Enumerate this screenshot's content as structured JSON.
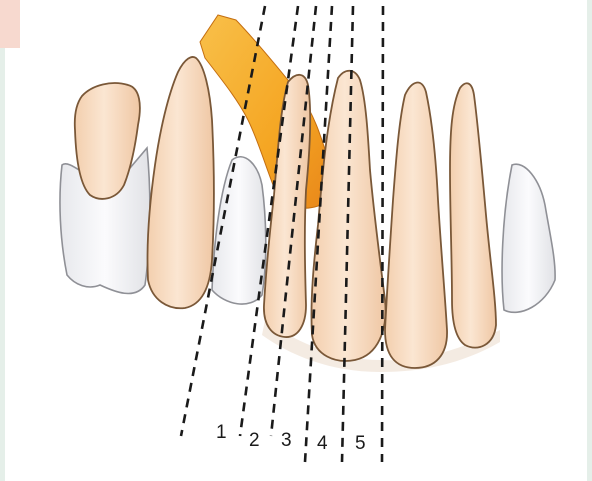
{
  "diagram": {
    "line_labels": [
      "1",
      "2",
      "3",
      "4",
      "5"
    ],
    "colors": {
      "tooth_fill": "#f8dcc0",
      "tooth_outline": "#7a5838",
      "background_tooth_fill": "#f6f6f8",
      "background_tooth_outline": "#8f9096",
      "highlight_tooth": "#f5a623",
      "highlight_tooth_dark": "#e8891a",
      "dashed_line": "#1a1a1a",
      "frame": "#e5efe9",
      "frame_accent": "#f7d9cf"
    }
  }
}
